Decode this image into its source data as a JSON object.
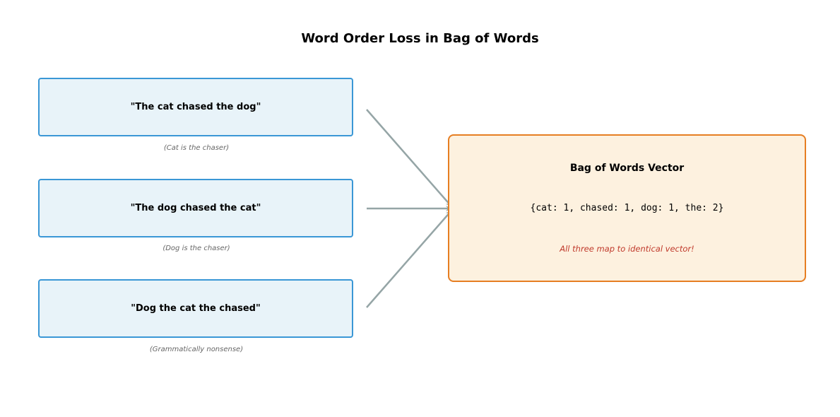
{
  "title": "Word Order Loss in Bag of Words",
  "sentences": [
    {
      "text": "\"The cat chased the dog\"",
      "note": "(Cat is the chaser)"
    },
    {
      "text": "\"The dog chased the cat\"",
      "note": "(Dog is the chaser)"
    },
    {
      "text": "\"Dog the cat the chased\"",
      "note": "(Grammatically nonsense)"
    }
  ],
  "bag_of_words": {
    "title": "Bag of Words Vector",
    "vector": "{cat: 1, chased: 1, dog: 1, the: 2}",
    "note": "All three map to identical vector!"
  },
  "colors": {
    "sentence_border": "#3a97d6",
    "sentence_fill": "#e8f3f9",
    "bow_border": "#e67e22",
    "bow_fill": "#fdf1df",
    "arrow": "#95a5a6",
    "note_red": "#c0392b"
  }
}
